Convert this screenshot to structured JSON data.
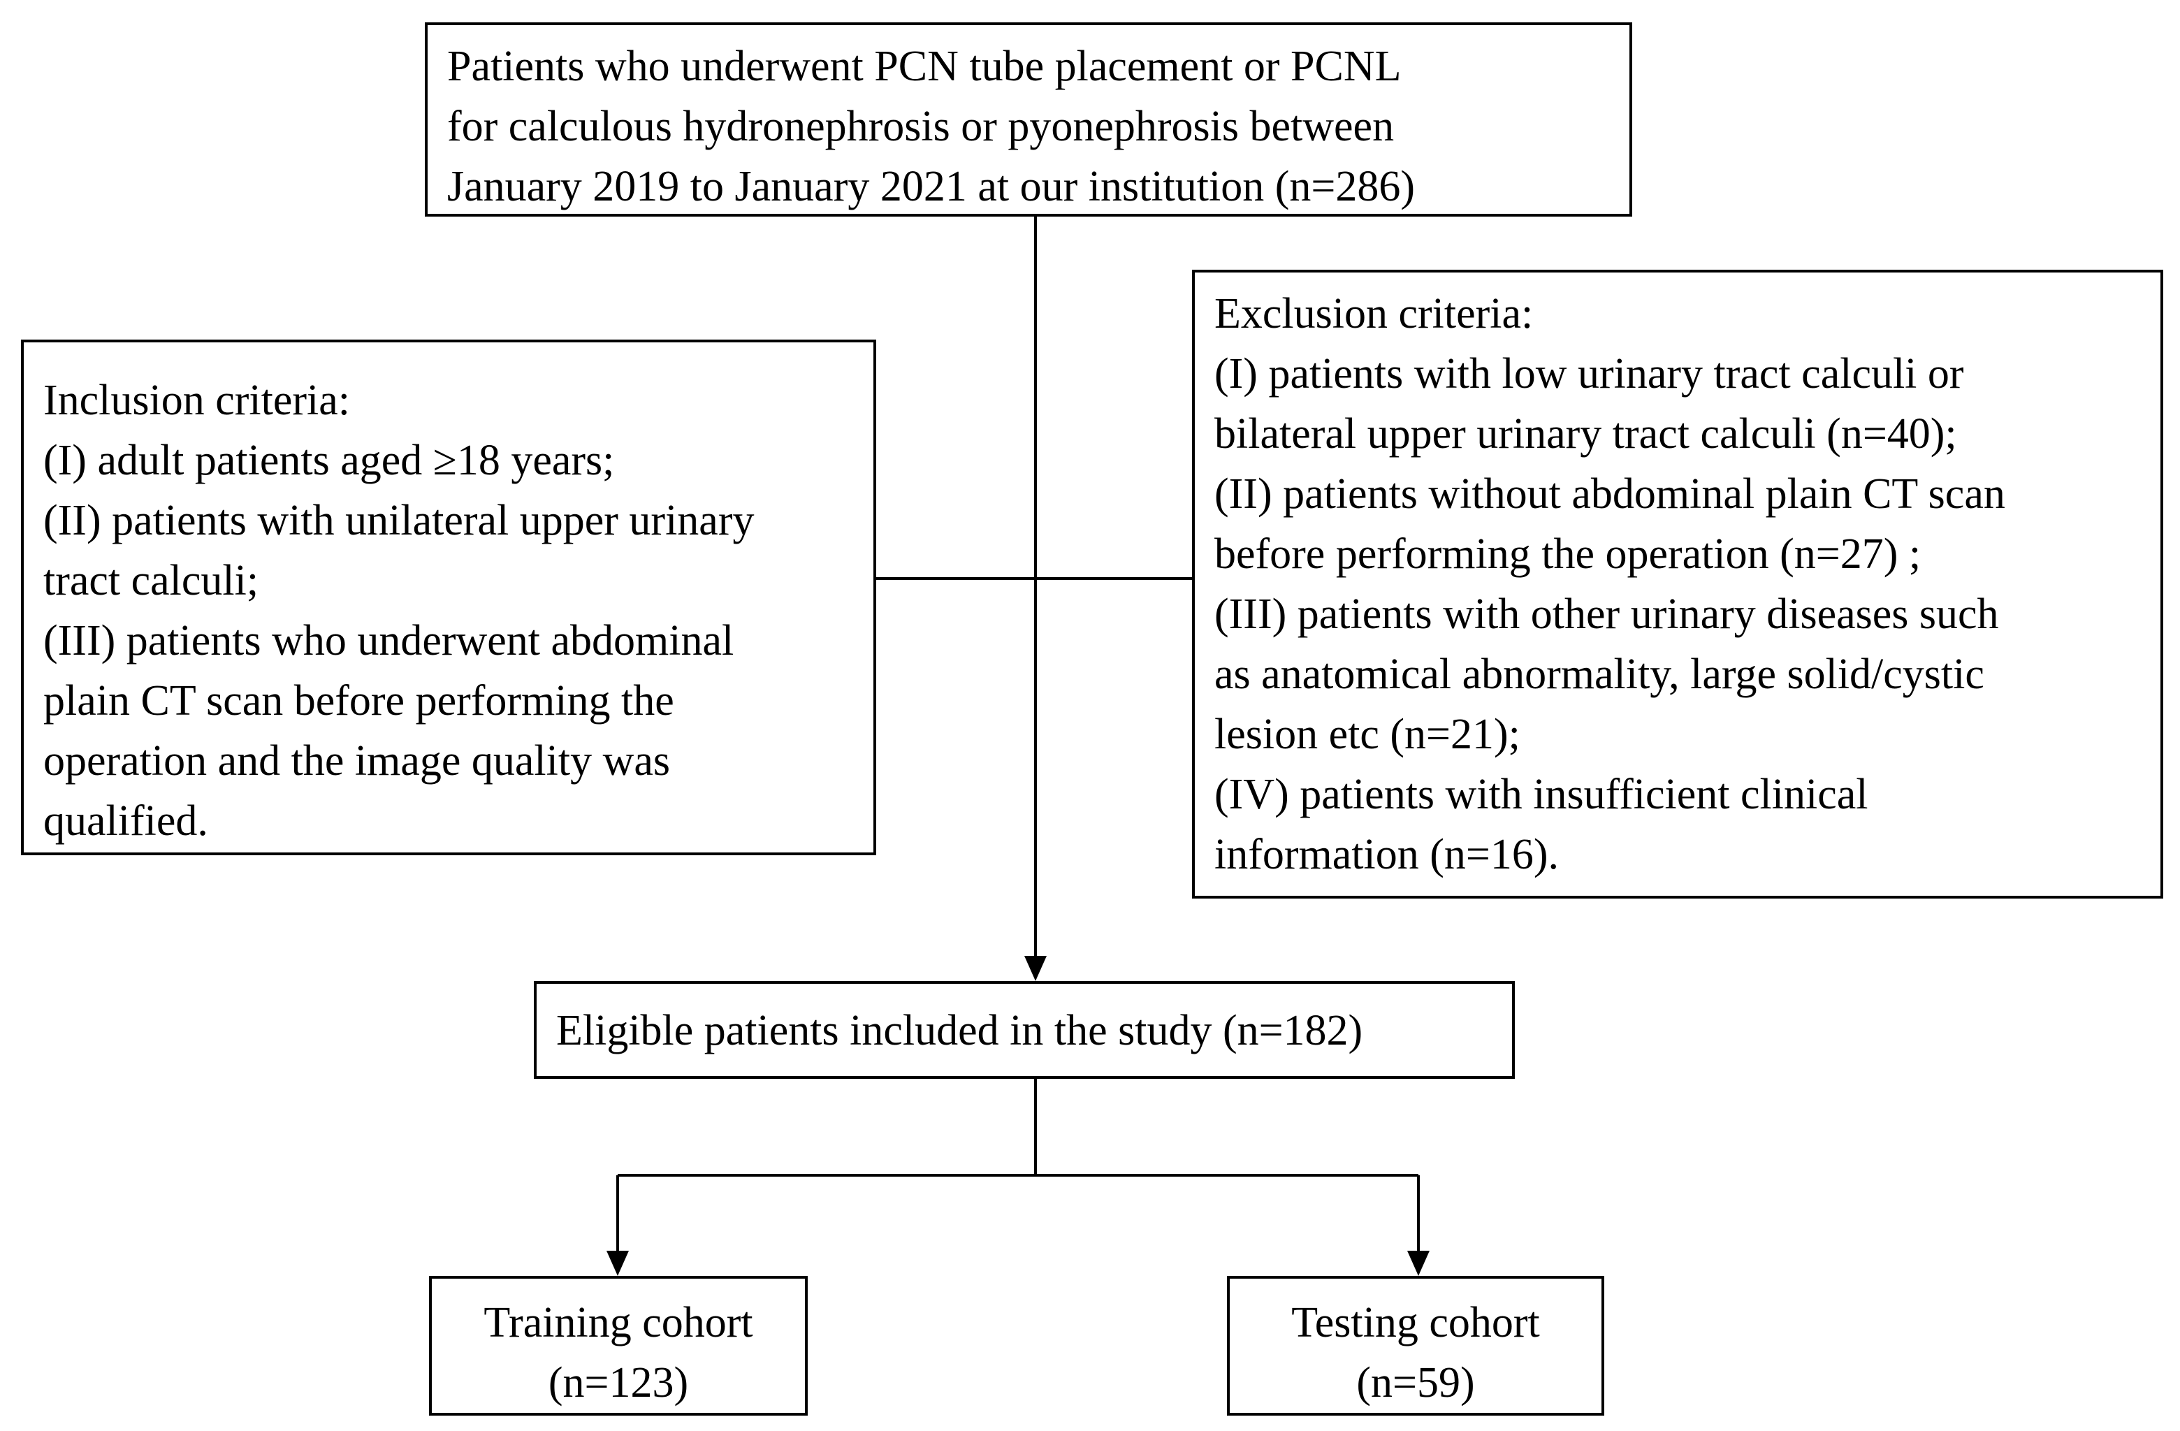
{
  "source": {
    "lines": [
      "Patients who underwent PCN tube placement or PCNL",
      "for calculous hydronephrosis or pyonephrosis between",
      "January 2019 to January 2021 at our institution (n=286)"
    ]
  },
  "inclusion": {
    "lines": [
      "Inclusion criteria:",
      "(I) adult patients aged ≥18 years;",
      "(II) patients with unilateral upper urinary",
      "tract calculi;",
      "(III) patients who underwent abdominal",
      "plain CT scan before performing the",
      "operation and the image quality was",
      "qualified."
    ]
  },
  "exclusion": {
    "lines": [
      "Exclusion criteria:",
      "(I) patients with low urinary tract calculi or",
      "bilateral upper urinary tract calculi (n=40);",
      "(II) patients without abdominal plain CT scan",
      "before performing the operation (n=27) ;",
      "(III) patients with other urinary diseases such",
      "as anatomical abnormality, large solid/cystic",
      "lesion etc (n=21);",
      "(IV) patients with insufficient clinical",
      "information (n=16)."
    ]
  },
  "eligible": {
    "lines": [
      "Eligible patients included in the study (n=182)"
    ]
  },
  "training": {
    "lines": [
      "Training cohort",
      "(n=123)"
    ]
  },
  "testing": {
    "lines": [
      "Testing cohort",
      "(n=59)"
    ]
  }
}
